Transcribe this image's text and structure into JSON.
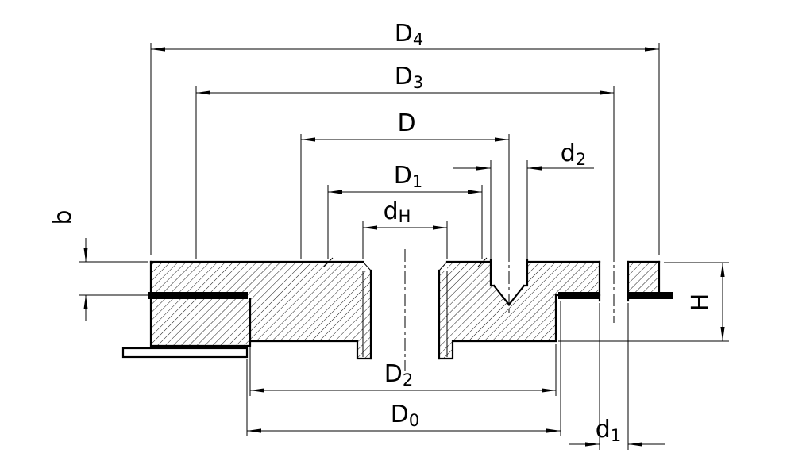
{
  "drawing": {
    "kind": "flange cross-section technical drawing",
    "background": "#ffffff",
    "line_color": "#000000"
  },
  "dimensions": {
    "D4": {
      "main": "D",
      "sub": "4"
    },
    "D3": {
      "main": "D",
      "sub": "3"
    },
    "D": {
      "main": "D",
      "sub": ""
    },
    "d2": {
      "main": "d",
      "sub": "2"
    },
    "D1": {
      "main": "D",
      "sub": "1"
    },
    "dH": {
      "main": "d",
      "sub": "H"
    },
    "b": {
      "main": "b",
      "sub": ""
    },
    "H": {
      "main": "H",
      "sub": ""
    },
    "D2": {
      "main": "D",
      "sub": "2"
    },
    "D0": {
      "main": "D",
      "sub": "0"
    },
    "d1": {
      "main": "d",
      "sub": "1"
    }
  }
}
